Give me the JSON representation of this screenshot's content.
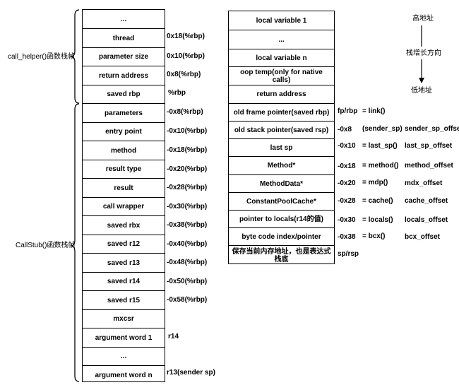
{
  "left_stack": {
    "cells": [
      "...",
      "thread",
      "parameter size",
      "return address",
      "saved rbp",
      "parameters",
      "entry point",
      "method",
      "result type",
      "result",
      "call wrapper",
      "saved rbx",
      "saved r12",
      "saved r13",
      "saved r14",
      "saved r15",
      "mxcsr",
      "argument word 1",
      "...",
      "argument word n"
    ],
    "offsets": [
      "0x18(%rbp)",
      "0x10(%rbp)",
      "0x8(%rbp)",
      "%rbp",
      "-0x8(%rbp)",
      "-0x10(%rbp)",
      "-0x18(%rbp)",
      "-0x20(%rbp)",
      "-0x28(%rbp)",
      "-0x30(%rbp)",
      "-0x38(%rbp)",
      "-0x40(%rbp)",
      "-0x48(%rbp)",
      "-0x50(%rbp)",
      "-0x58(%rbp)",
      "r14",
      "r13(sender sp)"
    ]
  },
  "brace_labels": {
    "call_helper": "call_helper()函数栈帧",
    "callstub": "CallStub()函数栈帧"
  },
  "right_stack": {
    "cells": [
      "local variable 1",
      "...",
      "local variable n",
      "oop temp(only for native calls)",
      "return address",
      "old frame pointer(saved rbp)",
      "old stack pointer(saved rsp)",
      "last sp",
      "Method*",
      "MethodData*",
      "ConstantPoolCache*",
      "pointer to locals(r14的值)",
      "byte code index/pointer",
      "保存当前内存地址，也是表达式栈底"
    ],
    "offsets": [
      "fp/rbp",
      "-0x8",
      "-0x10",
      "-0x18",
      "-0x20",
      "-0x28",
      "-0x30",
      "-0x38",
      "sp/rsp"
    ],
    "accessors": [
      "= link()",
      "(sender_sp)",
      "= last_sp()",
      "= method()",
      "= mdp()",
      "= cache()",
      "= locals()",
      "= bcx()"
    ],
    "names": [
      "sender_sp_offset",
      "last_sp_offset",
      "method_offset",
      "mdx_offset",
      "cache_offset",
      "locals_offset",
      "bcx_offset"
    ]
  },
  "direction": {
    "high": "高地址",
    "grow": "栈增长方向",
    "low": "低地址"
  }
}
